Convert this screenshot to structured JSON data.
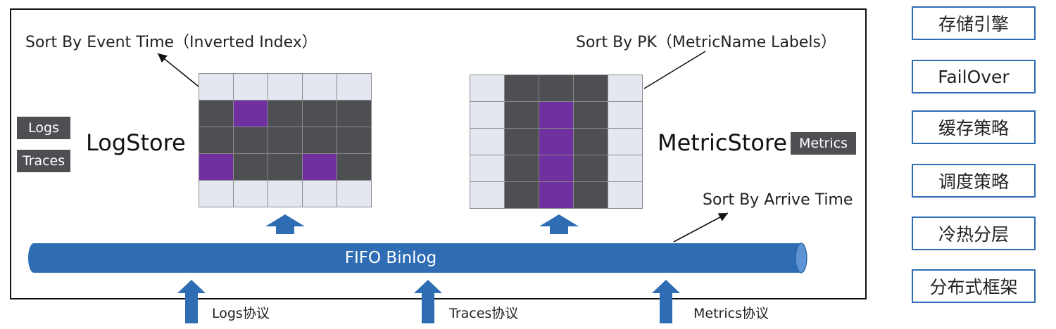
{
  "left_store": {
    "sort_label": "Sort By Event Time（Inverted Index）",
    "name": "LogStore",
    "tags": [
      "Logs",
      "Traces"
    ],
    "grid": [
      [
        "light",
        "light",
        "light",
        "light",
        "light"
      ],
      [
        "dark",
        "purple",
        "dark",
        "dark",
        "dark"
      ],
      [
        "dark",
        "dark",
        "dark",
        "dark",
        "dark"
      ],
      [
        "purple",
        "dark",
        "dark",
        "purple",
        "dark"
      ],
      [
        "light",
        "light",
        "light",
        "light",
        "light"
      ]
    ]
  },
  "right_store": {
    "sort_label": "Sort By PK（MetricName Labels）",
    "name": "MetricStore",
    "tags": [
      "Metrics"
    ],
    "grid": [
      [
        "light",
        "dark",
        "dark",
        "dark",
        "light"
      ],
      [
        "light",
        "dark",
        "purple",
        "dark",
        "light"
      ],
      [
        "light",
        "dark",
        "purple",
        "dark",
        "light"
      ],
      [
        "light",
        "dark",
        "purple",
        "dark",
        "light"
      ],
      [
        "light",
        "dark",
        "purple",
        "dark",
        "light"
      ]
    ]
  },
  "binlog": {
    "label": "FIFO Binlog",
    "sort_label": "Sort By Arrive Time"
  },
  "protocols": [
    "Logs协议",
    "Traces协议",
    "Metrics协议"
  ],
  "side_buttons": [
    "存储引擎",
    "FailOver",
    "缓存策略",
    "调度策略",
    "冷热分层",
    "分布式框架"
  ],
  "colors": {
    "cell_light": "#e4e7f0",
    "cell_dark": "#4d4f53",
    "cell_purple": "#7030a0",
    "binlog_blue": "#2e6db4",
    "arrow_blue": "#2e6db4",
    "button_border": "#2e6db4",
    "tag_bg": "#4d4f53"
  }
}
